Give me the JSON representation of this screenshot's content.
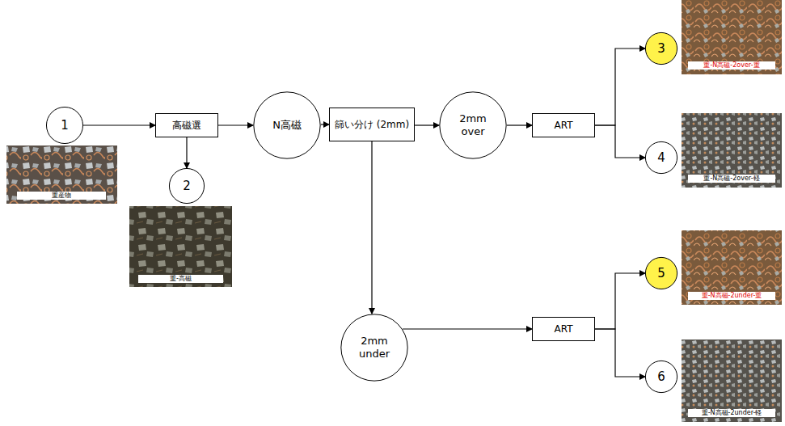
{
  "diagram": {
    "nodes": [
      {
        "text": [
          "1"
        ]
      },
      {
        "text": [
          "高磁選"
        ]
      },
      {
        "text": [
          "2"
        ]
      },
      {
        "text": [
          "N高磁"
        ]
      },
      {
        "text": [
          "篩い分け (2mm)"
        ]
      },
      {
        "text": [
          "2mm over"
        ]
      },
      {
        "text": [
          "ART"
        ]
      },
      {
        "text": [
          "3"
        ]
      },
      {
        "text": [
          "4"
        ]
      },
      {
        "text": [
          "2mm under"
        ]
      },
      {
        "text": [
          "ART"
        ]
      },
      {
        "text": [
          "5"
        ]
      },
      {
        "text": [
          "6"
        ]
      }
    ],
    "edges": [
      {
        "from": 0,
        "to": 1,
        "arrow": "to"
      },
      {
        "from": 1,
        "to": 2,
        "arrow": "to"
      },
      {
        "from": 1,
        "to": 3,
        "arrow": "to"
      },
      {
        "from": 3,
        "to": 4,
        "arrow": "to"
      },
      {
        "from": 4,
        "to": 5,
        "arrow": "to"
      },
      {
        "from": 5,
        "to": 6,
        "arrow": "to"
      },
      {
        "from": 6,
        "to": 7,
        "arrow": "to"
      },
      {
        "from": 6,
        "to": 8,
        "arrow": "to"
      },
      {
        "from": 4,
        "to": 9,
        "arrow": "to"
      },
      {
        "from": 9,
        "to": 10,
        "arrow": "to"
      },
      {
        "from": 10,
        "to": 11,
        "arrow": "to"
      },
      {
        "from": 10,
        "to": 12,
        "arrow": "to"
      }
    ],
    "labels": [
      "重産物",
      "重-高磁",
      "重-N高磁-2over-重",
      "重-N高磁-2over-軽",
      "重-N高磁-2under-重",
      "重-N高磁-2under-軽"
    ]
  }
}
